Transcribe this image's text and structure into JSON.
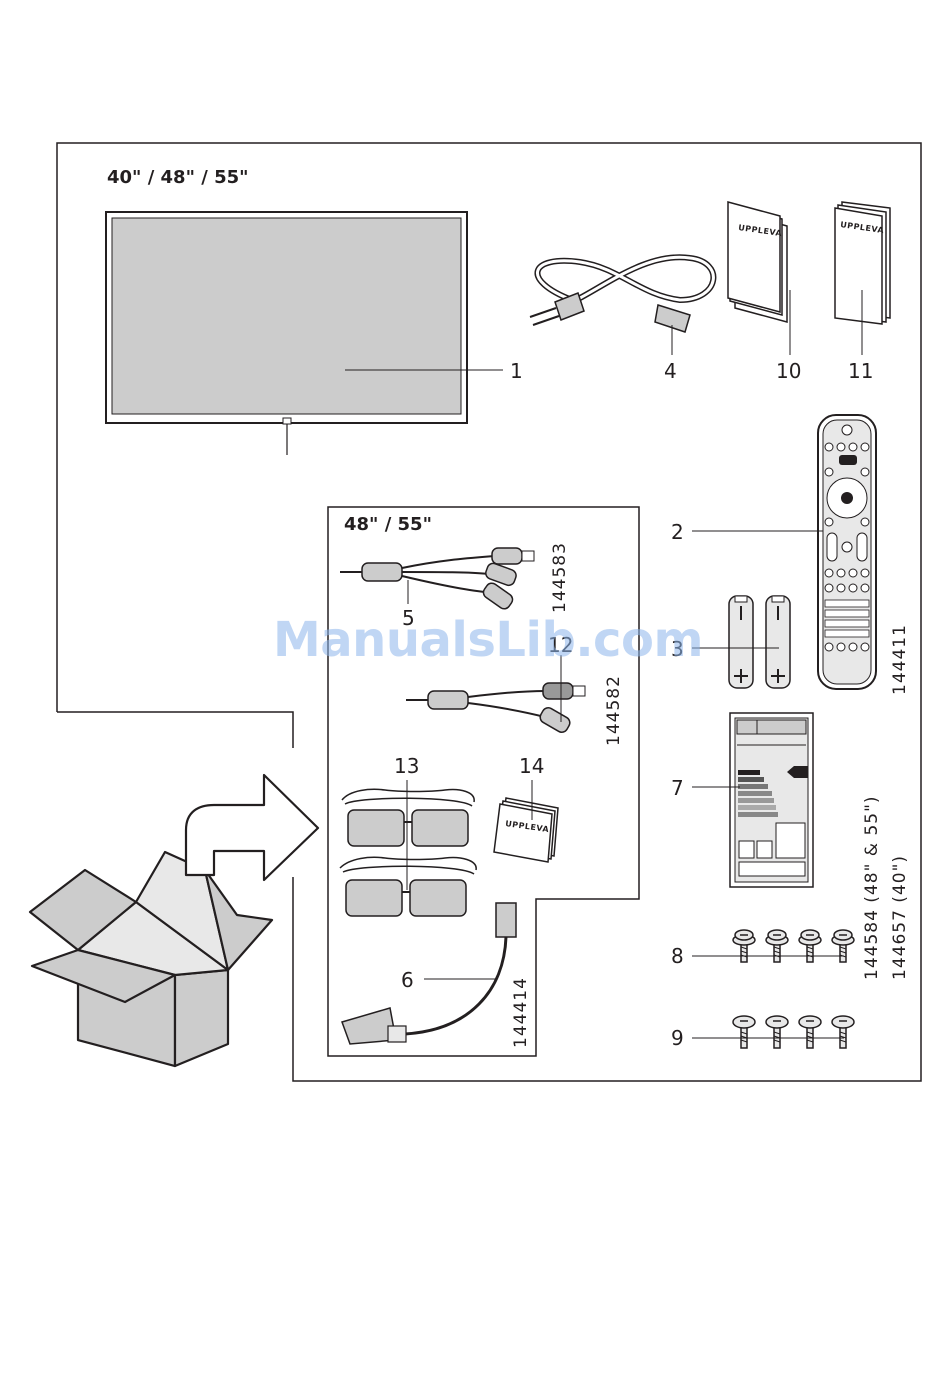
{
  "headers": {
    "sizes_all": "40\" / 48\" / 55\"",
    "sizes_large": "48\" / 55\""
  },
  "callouts": {
    "tv": "1",
    "remote": "2",
    "batteries": "3",
    "power_cord": "4",
    "av_cable": "5",
    "scart_adapter": "6",
    "energy_label": "7",
    "screws_a": "8",
    "screws_b": "9",
    "manual_a": "10",
    "manual_b": "11",
    "av_cable_b": "12",
    "glasses": "13",
    "glasses_booklet": "14"
  },
  "part_numbers": {
    "av_cable": "144583",
    "av_cable_b": "144582",
    "scart_adapter": "144414",
    "remote": "144411",
    "screws_large": "144584 (48\" & 55\")",
    "screws_small": "144657 (40\")"
  },
  "brand": "UPPLEVA",
  "watermark": "ManualsLib.com",
  "colors": {
    "line": "#231f20",
    "fill_gray": "#cccccc",
    "fill_light": "#e8e8e8"
  }
}
